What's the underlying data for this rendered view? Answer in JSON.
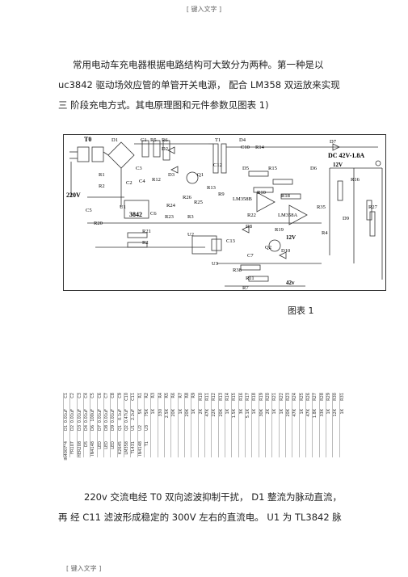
{
  "header": {
    "text": "[ 键入文字 ]"
  },
  "footer": {
    "text": "[ 键入文字 ]"
  },
  "intro": {
    "lines": [
      "常用电动车充电器根据电路结构可大致分为两种。第一种是以",
      "uc3842 驱动场效应管的单管开关电源，  配合 LM358 双运放来实现",
      "三  阶段充电方式。其电原理图和元件参数见图表  1)"
    ]
  },
  "figure": {
    "caption": "图表   1",
    "labels": {
      "t0": "T0",
      "d1": "D1",
      "c1": "C1",
      "r5": "R5",
      "r6": "R6",
      "t1": "T1",
      "d4": "D4",
      "c10": "C10",
      "r14": "R14",
      "d7": "D7",
      "out": "DC 42V-1.8A",
      "r4": "R4",
      "d2": "D2",
      "c12": "C12",
      "d3": "D3",
      "d5": "D5",
      "r15": "R15",
      "d6": "D6",
      "v12a": "12V",
      "r1": "R1",
      "c3": "C3",
      "r12": "R12",
      "q1": "Q1",
      "r10": "R10",
      "r16": "R16",
      "v220": "220V",
      "r2": "R2",
      "c2": "C2",
      "c4": "C4",
      "r13": "R13",
      "r9": "R9",
      "lm358b": "LM358B",
      "r18": "R18",
      "c5": "C5",
      "u1": "U1",
      "r24": "R24",
      "r25": "R25",
      "r26": "R26",
      "lm358a": "LM358A",
      "r35": "R35",
      "ic3842": "3842",
      "c6": "C6",
      "r23": "R23",
      "r3": "R3",
      "r22": "R22",
      "r27": "R27",
      "r20": "R20",
      "d9": "D9",
      "r21": "R21",
      "u2": "U2",
      "d8": "D8",
      "r19": "R19",
      "v12b": "12V",
      "rr2": "R2",
      "c13": "C13",
      "q2": "Q2",
      "d10": "D10",
      "u3": "U3",
      "c7": "C7",
      "rr4": "R4",
      "r11": "R11",
      "r38": "R38",
      "r7": "R7",
      "v42": "42v"
    }
  },
  "parts_table": {
    "rows": [
      [
        "C1",
        "0.01uF",
        "D1",
        "IN4007*4"
      ],
      [
        "C2",
        "0.01uF",
        "D2",
        "FR107"
      ],
      [
        "C3",
        "0.01uF",
        "D3",
        "HER208"
      ],
      [
        "C4",
        "0.01uF",
        "D4",
        "D5"
      ],
      [
        "C5",
        "100uF",
        "D6",
        "IN4148"
      ],
      [
        "C6",
        "0.01uF",
        "D7",
        "LED"
      ],
      [
        "C7",
        "0.01uF",
        "D8",
        "LED"
      ],
      [
        "C8",
        "0.01uF",
        "D9",
        "LED"
      ],
      [
        "C9",
        "0.1uF",
        "Q1",
        "K2645"
      ],
      [
        "C10",
        "0.47uF",
        "Q2",
        "LM358"
      ],
      [
        "C11",
        "2.2uF",
        "U1",
        "TL431"
      ],
      [
        "R1",
        "5K",
        "U2",
        "IN4148"
      ],
      [
        "R2",
        "75K",
        "U3",
        "T1"
      ],
      [
        "R3",
        "1K",
        "",
        ""
      ],
      [
        "R4",
        "330",
        "",
        ""
      ],
      [
        "R5",
        "2.5K",
        "",
        ""
      ],
      [
        "R6",
        "20K",
        "",
        ""
      ],
      [
        "R7",
        "1K",
        "",
        ""
      ],
      [
        "R8",
        "20K",
        "",
        ""
      ],
      [
        "R9",
        "1K",
        "",
        ""
      ],
      [
        "R10",
        "2K",
        "",
        ""
      ],
      [
        "R11",
        "47K",
        "",
        ""
      ],
      [
        "R12",
        "22K",
        "",
        ""
      ],
      [
        "R13",
        "20K",
        "",
        ""
      ],
      [
        "R14",
        "1K",
        "",
        ""
      ],
      [
        "R15",
        "1.5K",
        "",
        ""
      ],
      [
        "R16",
        "3K",
        "",
        ""
      ],
      [
        "R17",
        "5.1K",
        "",
        ""
      ],
      [
        "R18",
        "1K",
        "",
        ""
      ],
      [
        "R19",
        "30K",
        "",
        ""
      ],
      [
        "R20",
        "2K",
        "",
        ""
      ],
      [
        "R21",
        "1K",
        "",
        ""
      ],
      [
        "R22",
        "1K",
        "",
        ""
      ],
      [
        "R23",
        "20K",
        "",
        ""
      ],
      [
        "R24",
        "47K",
        "",
        ""
      ],
      [
        "R25",
        "1K",
        "",
        ""
      ],
      [
        "R26",
        "47K",
        "",
        ""
      ],
      [
        "R27",
        "1.8K",
        "",
        ""
      ],
      [
        "R28",
        "33K",
        "",
        ""
      ],
      [
        "R29",
        "1K",
        "",
        ""
      ],
      [
        "R30",
        "12K",
        "",
        ""
      ],
      [
        "R31",
        "1K",
        "",
        ""
      ]
    ]
  },
  "body": {
    "lines": [
      "220v 交流电经  T0 双向滤波抑制干扰，   D1 整流为脉动直流，",
      "再  经  C11 滤波形成稳定的  300V 左右的直流电。  U1 为  TL3842 脉"
    ]
  }
}
